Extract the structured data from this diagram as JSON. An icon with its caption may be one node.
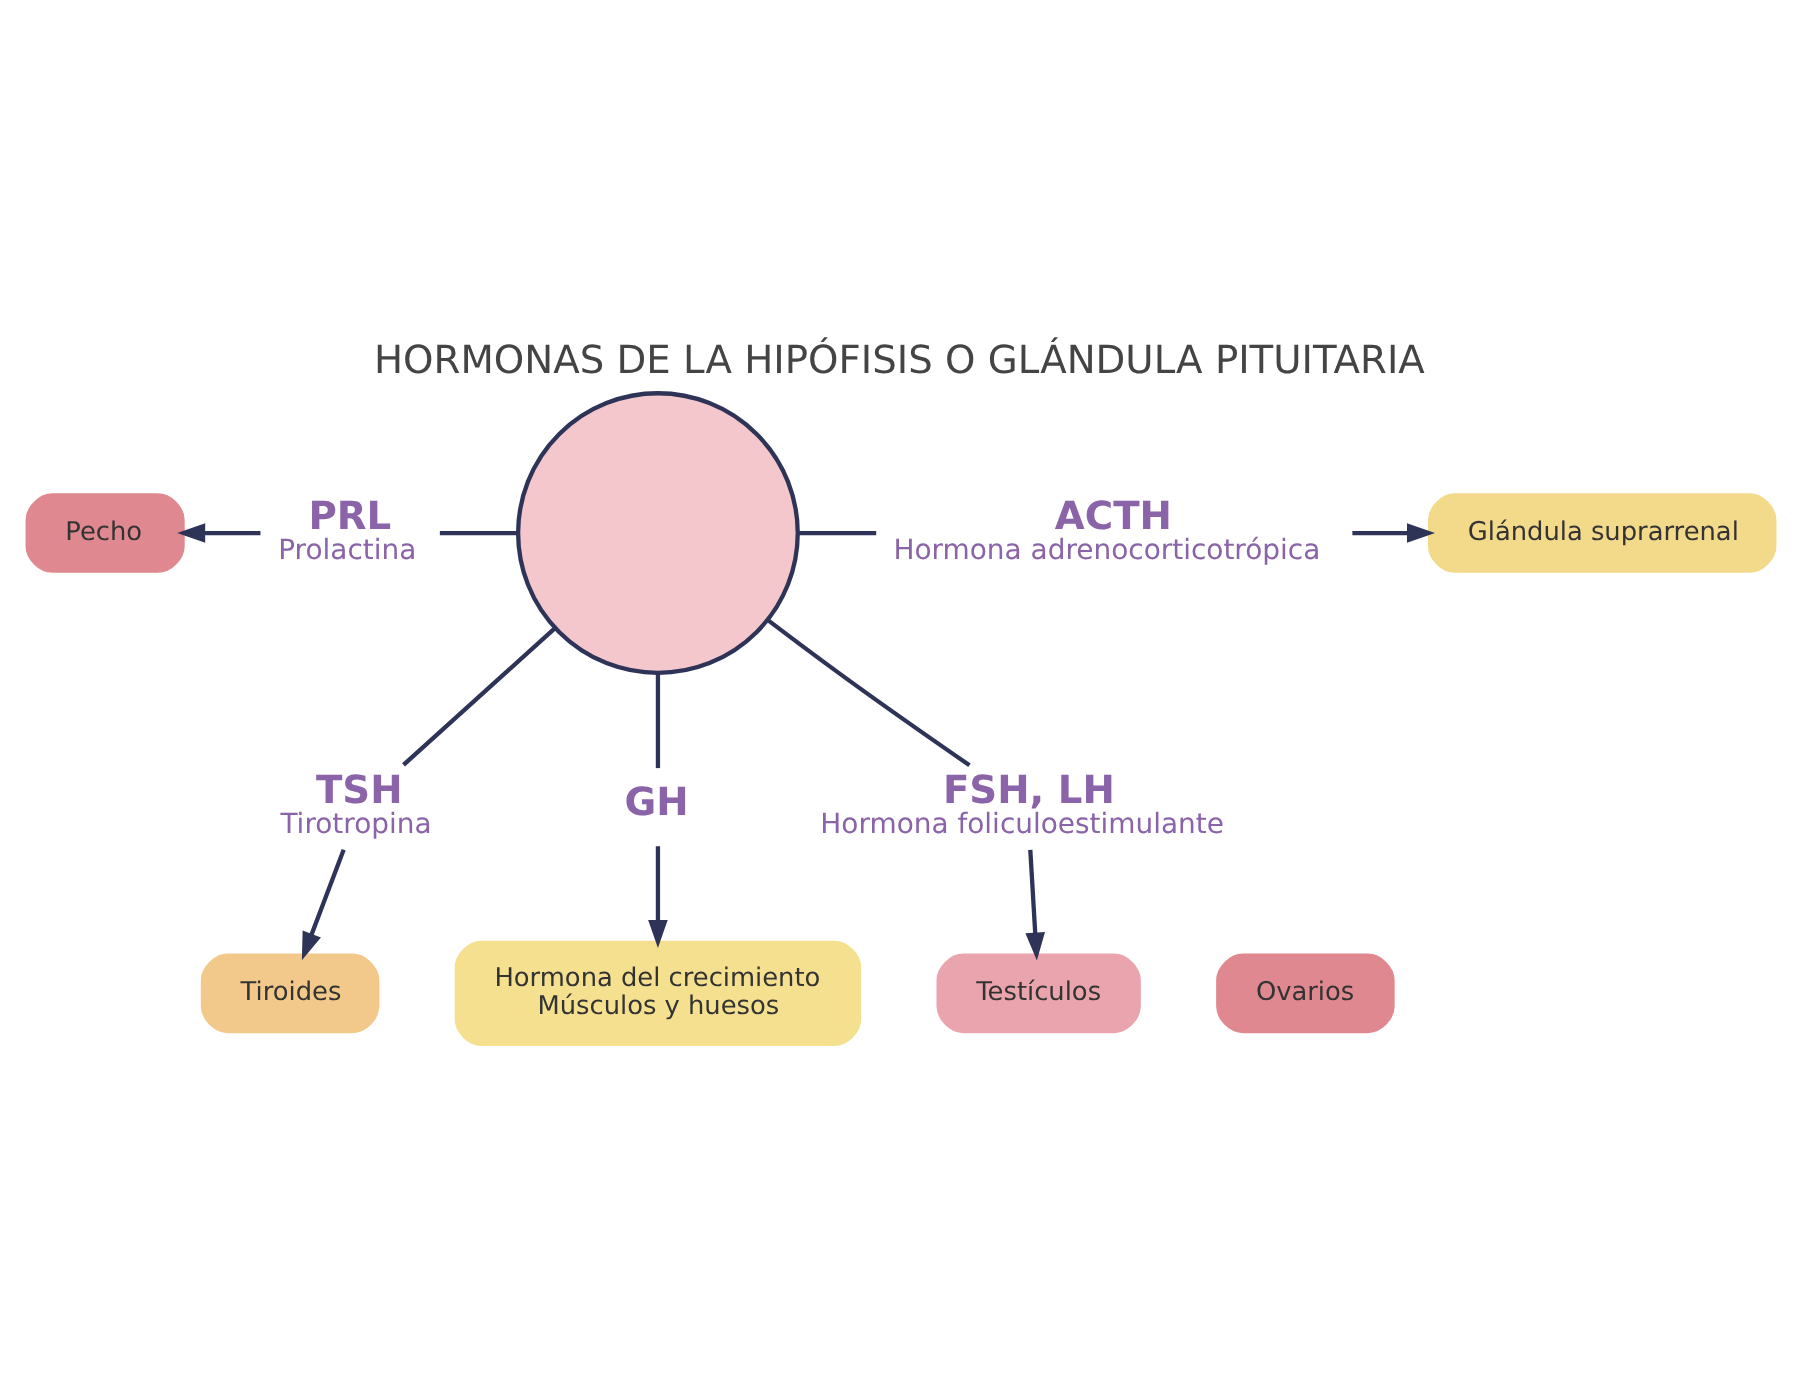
{
  "diagram": {
    "title": "HORMONAS DE LA HIPÓFISIS O GLÁNDULA PITUITARIA",
    "nodes": [
      {
        "text": [],
        "shape": "circle"
      },
      {
        "text": [
          "PRL",
          "Prolactina"
        ]
      },
      {
        "text": [
          "Pecho"
        ]
      },
      {
        "text": [
          "ACTH",
          "Hormona adrenocorticotrópica"
        ]
      },
      {
        "text": [
          "Glándula suprarrenal"
        ]
      },
      {
        "text": [
          "TSH",
          "Tirotropina"
        ]
      },
      {
        "text": [
          "Tiroides"
        ]
      },
      {
        "text": [
          "GH"
        ]
      },
      {
        "text": [
          "Hormona del crecimiento",
          "Músculos y huesos"
        ]
      },
      {
        "text": [
          "FSH, LH",
          "Hormona foliculoestimulante"
        ]
      },
      {
        "text": [
          "Testículos"
        ]
      },
      {
        "text": [
          "Ovarios"
        ]
      }
    ],
    "edges": [
      {
        "from": 0,
        "to": 1,
        "arrow": "none"
      },
      {
        "from": 1,
        "to": 2,
        "arrow": "to"
      },
      {
        "from": 0,
        "to": 3,
        "arrow": "none"
      },
      {
        "from": 3,
        "to": 4,
        "arrow": "to"
      },
      {
        "from": 0,
        "to": 5,
        "arrow": "none"
      },
      {
        "from": 5,
        "to": 6,
        "arrow": "to"
      },
      {
        "from": 0,
        "to": 7,
        "arrow": "none"
      },
      {
        "from": 7,
        "to": 8,
        "arrow": "to"
      },
      {
        "from": 0,
        "to": 9,
        "arrow": "none"
      },
      {
        "from": 9,
        "to": 10,
        "arrow": "to"
      }
    ]
  }
}
